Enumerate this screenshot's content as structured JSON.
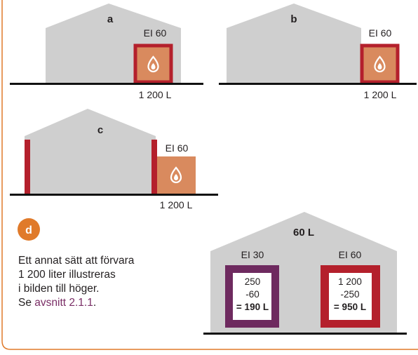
{
  "panels": {
    "a": {
      "letter": "a",
      "rating": "EI 60",
      "volume": "1 200 L"
    },
    "b": {
      "letter": "b",
      "rating": "EI 60",
      "volume": "1 200 L"
    },
    "c": {
      "letter": "c",
      "rating": "EI 60",
      "volume": "1 200 L"
    },
    "d": {
      "letter": "d",
      "text_lines": [
        "Ett annat sätt att förvara",
        "1 200 liter illustreras",
        "i bilden till höger."
      ],
      "ref_prefix": "Se ",
      "ref_link": "avsnitt 2.1.1",
      "ref_suffix": ".",
      "building_label": "60 L",
      "left_room": {
        "rating": "EI 30",
        "lines": [
          "250",
          "-60"
        ],
        "total": "= 190 L"
      },
      "right_room": {
        "rating": "EI 60",
        "lines": [
          "1 200",
          "-250"
        ],
        "total": "= 950 L"
      }
    }
  },
  "icons": {
    "flame": "flame-icon"
  },
  "colors": {
    "frame": "#e07a2a",
    "building": "#cfcfcf",
    "red": "#b4202c",
    "room": "#d98a5e",
    "purple": "#6e2a5f",
    "ground": "#111111",
    "badge": "#e07a2a"
  }
}
